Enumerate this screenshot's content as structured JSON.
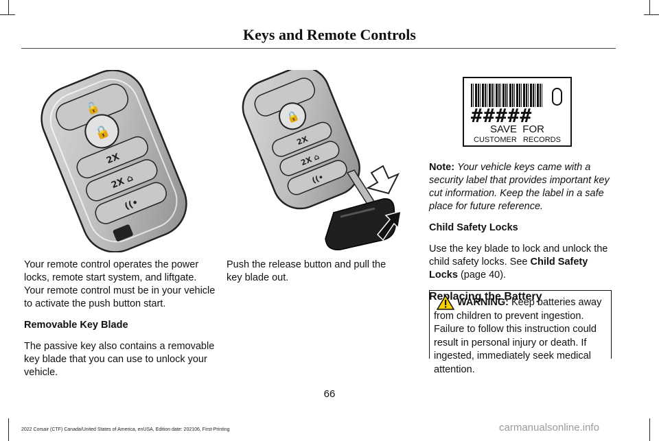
{
  "header": {
    "title": "Keys and Remote Controls"
  },
  "col1": {
    "para1": "Your remote control operates the power locks, remote start system, and liftgate.  Your remote control must be in your vehicle to activate the push button start.",
    "subhead": "Removable Key Blade",
    "para2": "The passive key also contains a removable key blade that you can use to unlock your vehicle."
  },
  "col2": {
    "para1": "Push the release button and pull the key blade out."
  },
  "col3": {
    "label": {
      "hash": "#####",
      "line1": "SAVE  FOR",
      "line2": "CUSTOMER   RECORDS"
    },
    "note_label": "Note:",
    "note_text": "Your vehicle keys came with a security label that provides important key cut information.  Keep the label in a safe place for future reference.",
    "child_head": "Child Safety Locks",
    "child_text": "Use the key blade to lock and unlock the child safety locks. See ",
    "child_link": "Child Safety Locks",
    "child_page": "(page 40).",
    "battery_head": "Replacing the Battery",
    "warning_label": "WARNING:",
    "warning_text": "Keep batteries away from children to prevent ingestion. Failure to follow this instruction could result in personal injury or death. If ingested, immediately seek medical attention."
  },
  "page_number": "66",
  "footer": "2022 Corsair (CTF) Canada/United States of America, enUSA, Edition date: 202106, First-Printing",
  "watermark": "carmanualsonline.info"
}
